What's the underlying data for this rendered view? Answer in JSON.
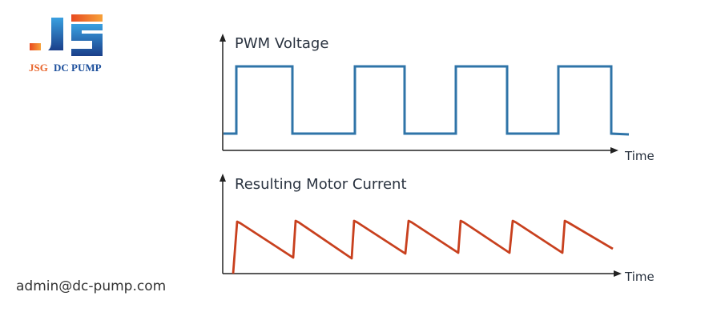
{
  "logo": {
    "text_part1": "JSG",
    "text_part2": "DC PUMP",
    "orange": "#e8642a",
    "blue": "#1c4f9c"
  },
  "top_chart": {
    "title": "PWM Voltage",
    "x_label": "Time",
    "color": "#2f74a8"
  },
  "bottom_chart": {
    "title": "Resulting Motor Current",
    "x_label": "Time",
    "color": "#c8401e"
  },
  "footer": {
    "email": "admin@dc-pump.com"
  }
}
